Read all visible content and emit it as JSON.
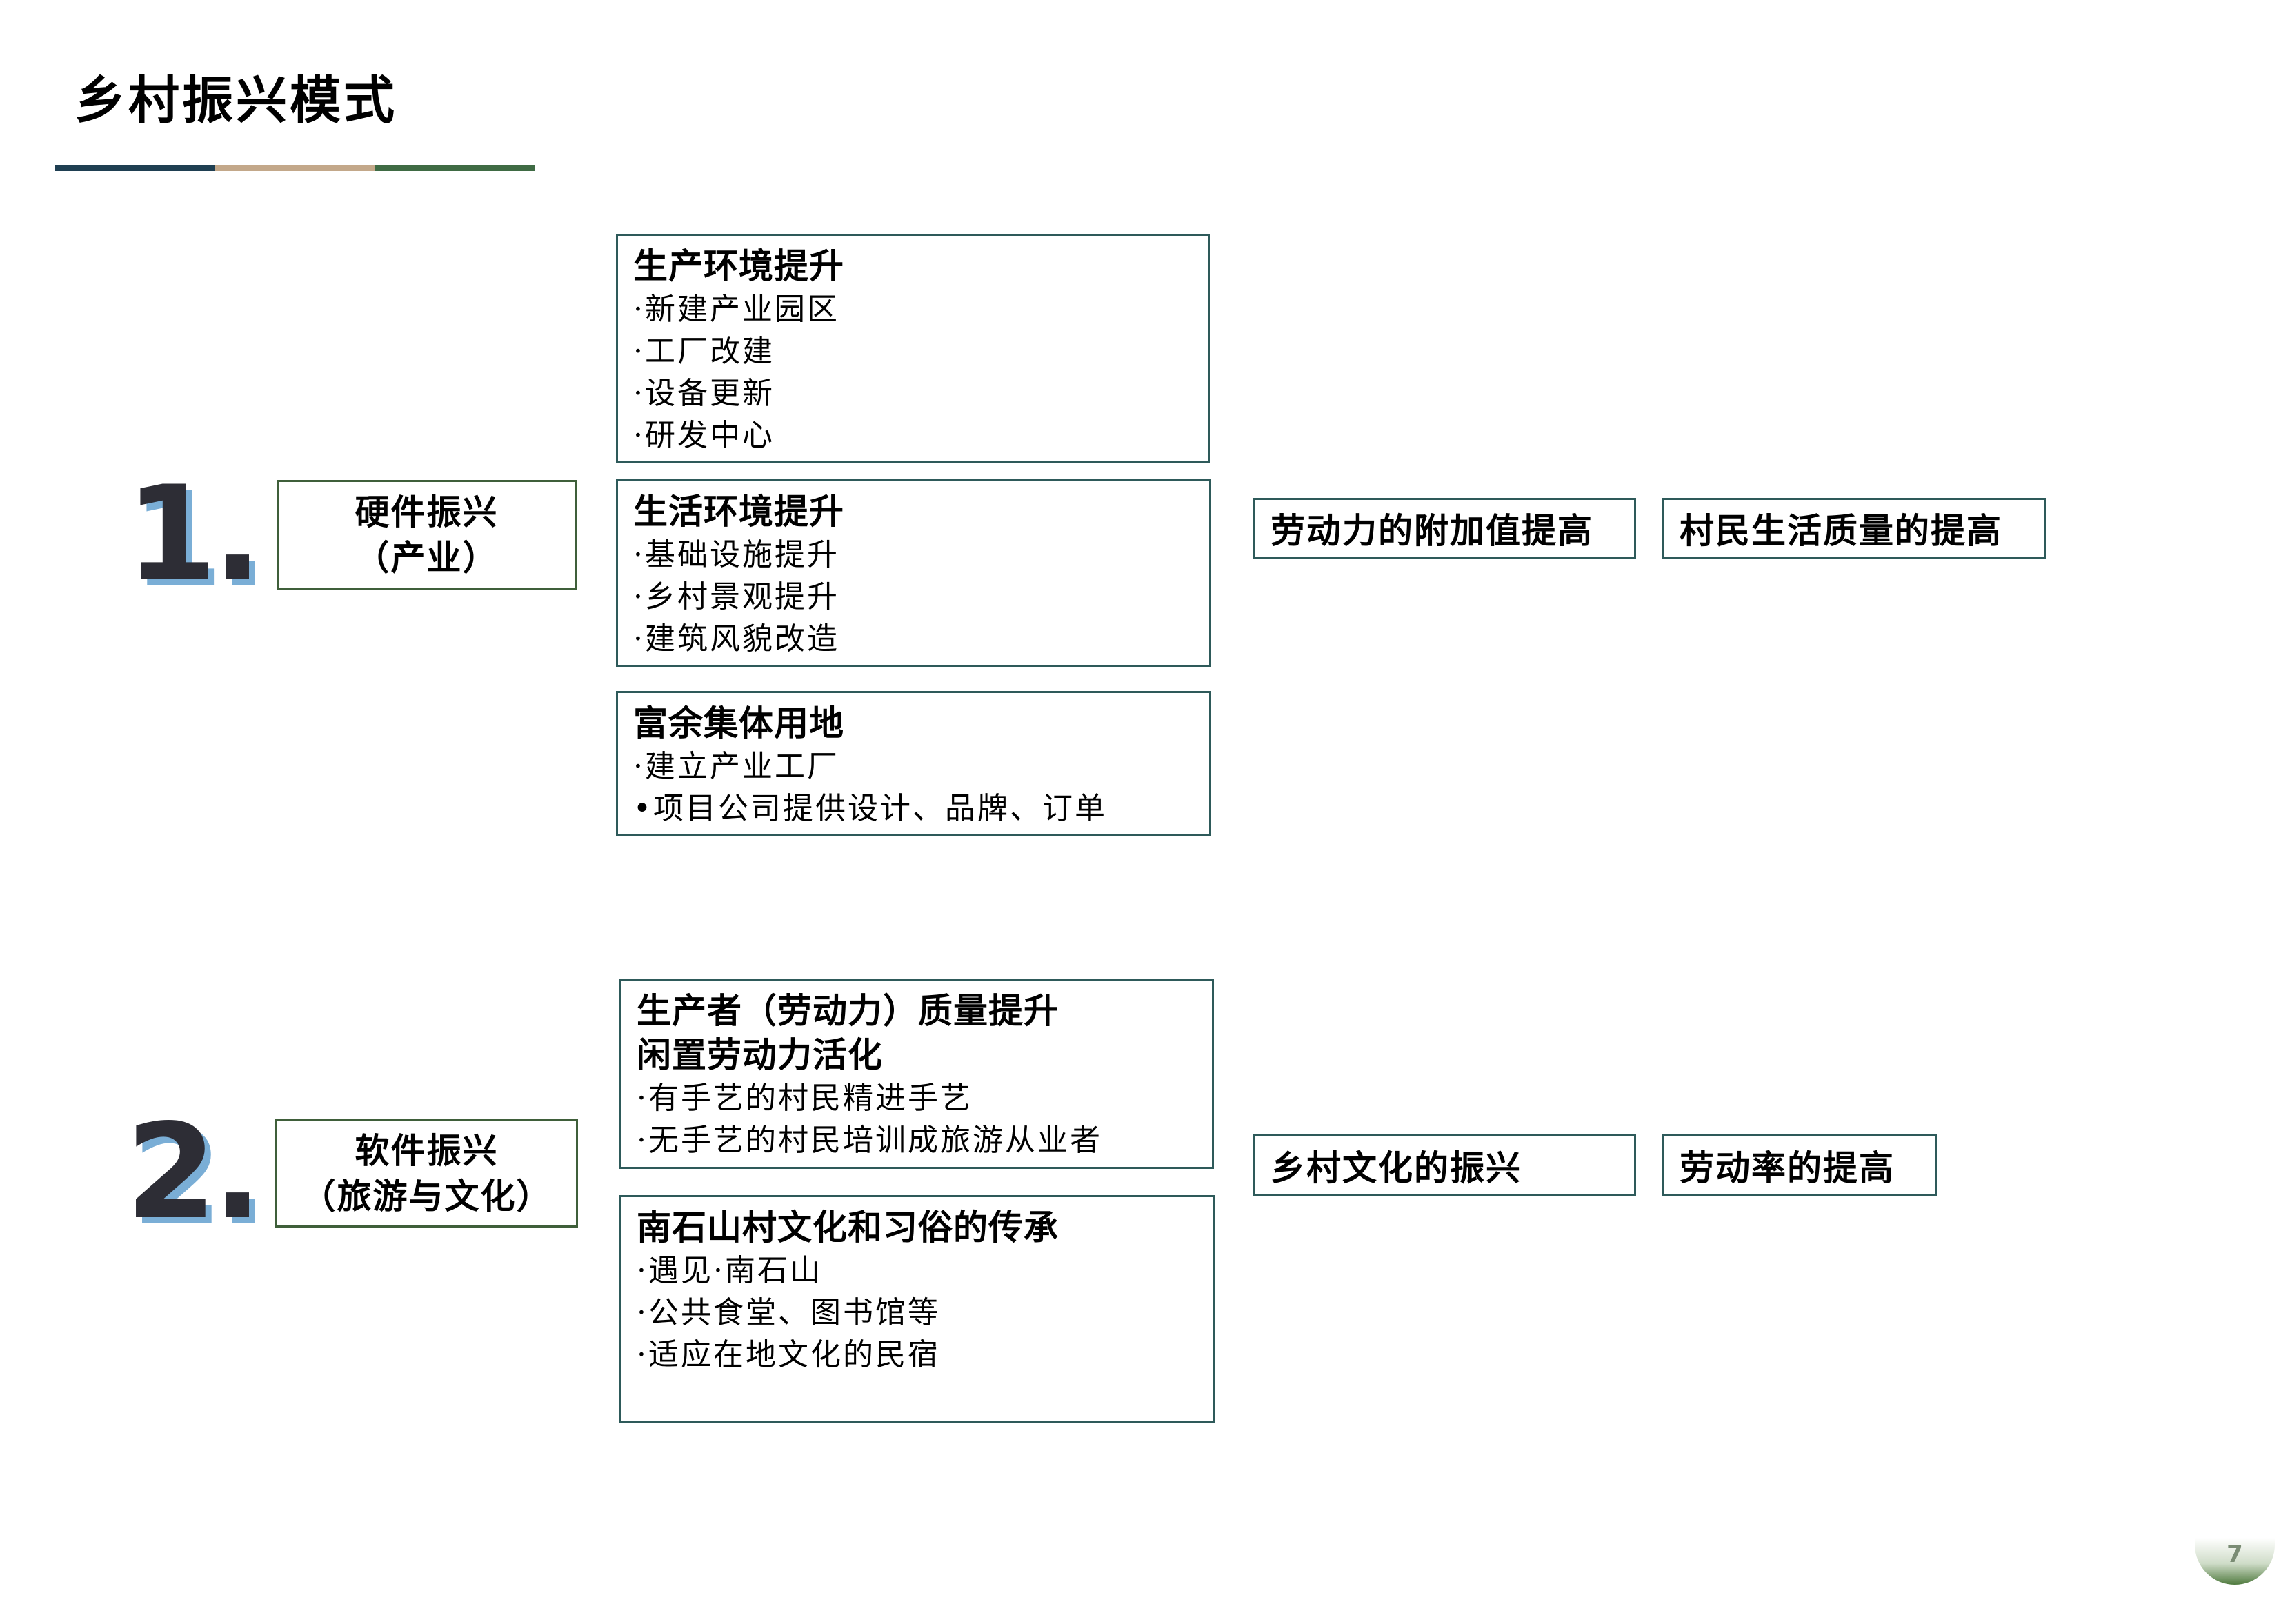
{
  "title": "乡村振兴模式",
  "accent_colors": {
    "title_rule": [
      "#1f3f52",
      "#c3a88a",
      "#3f6b44"
    ],
    "box_border": "#2e5a5a",
    "number_shadow": "#7aaed6",
    "number_text": "#2d2d35",
    "page_badge": "#4f7a3e"
  },
  "sections": [
    {
      "number": "1.",
      "category": {
        "line1": "硬件振兴",
        "line2": "（产业）"
      },
      "details": [
        {
          "heading": "生产环境提升",
          "items": [
            "·新建产业园区",
            "·工厂改建",
            "·设备更新",
            "·研发中心"
          ]
        },
        {
          "heading": "生活环境提升",
          "items": [
            "·基础设施提升",
            "·乡村景观提升",
            "·建筑风貌改造"
          ]
        },
        {
          "heading": "富余集体用地",
          "items": [
            "·建立产业工厂",
            "•项目公司提供设计、品牌、订单"
          ]
        }
      ],
      "outcomes": [
        "劳动力的附加值提高",
        "村民生活质量的提高"
      ]
    },
    {
      "number": "2.",
      "category": {
        "line1": "软件振兴",
        "line2": "（旅游与文化）"
      },
      "details": [
        {
          "heading": "生产者（劳动力）质量提升",
          "heading2": "闲置劳动力活化",
          "items": [
            "·有手艺的村民精进手艺",
            "·无手艺的村民培训成旅游从业者"
          ]
        },
        {
          "heading": "南石山村文化和习俗的传承",
          "items": [
            "·遇见·南石山",
            "·公共食堂、图书馆等",
            "·适应在地文化的民宿"
          ]
        }
      ],
      "outcomes": [
        "乡村文化的振兴",
        "劳动率的提高"
      ]
    }
  ],
  "page_number": "7"
}
